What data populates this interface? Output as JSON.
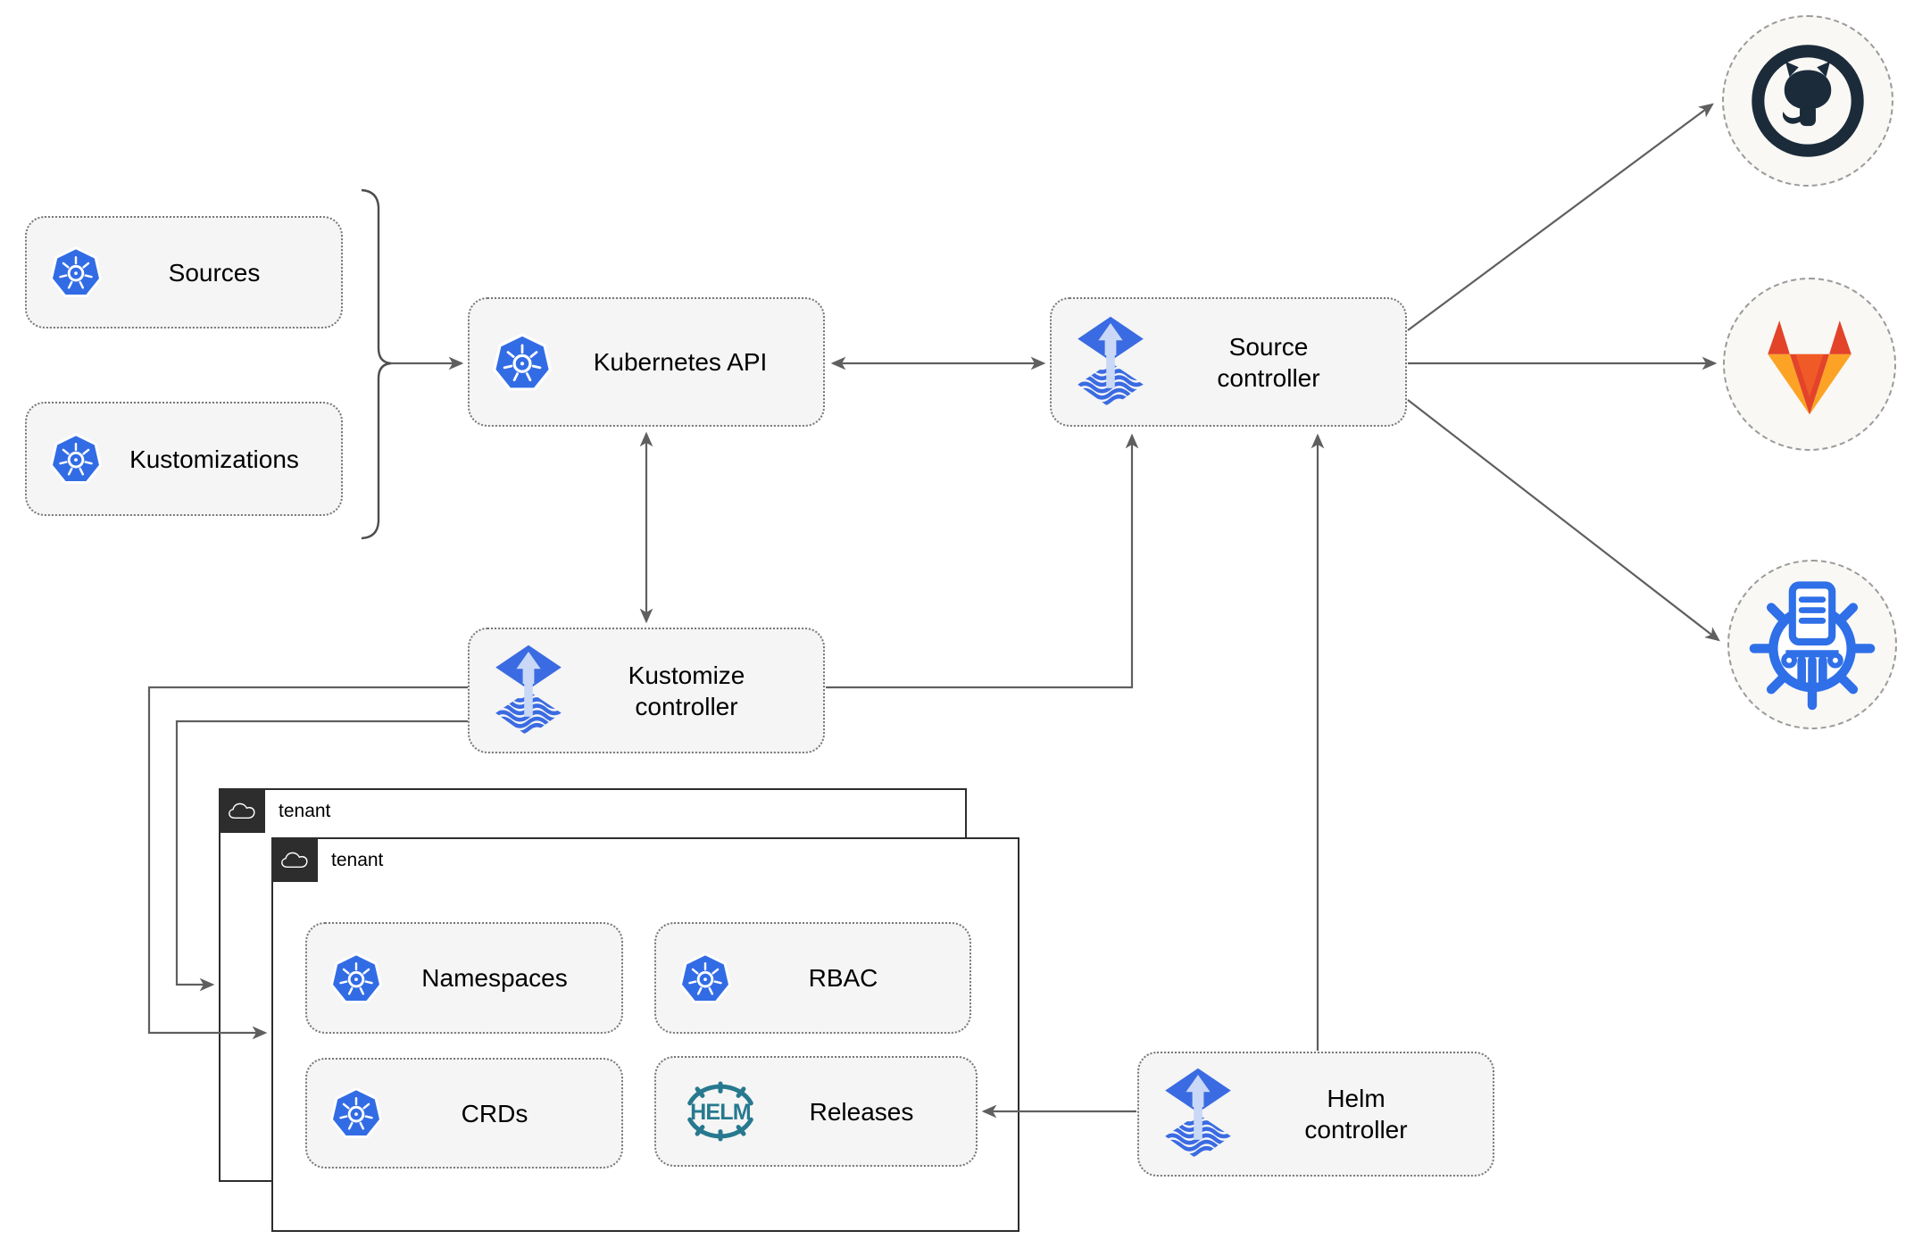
{
  "diagram": {
    "nodes": {
      "sources": {
        "label": "Sources"
      },
      "kustomizations": {
        "label": "Kustomizations"
      },
      "kubernetes_api": {
        "label": "Kubernetes API"
      },
      "source_controller": {
        "label": "Source\ncontroller"
      },
      "kustomize_controller": {
        "label": "Kustomize\ncontroller"
      },
      "helm_controller": {
        "label": "Helm\ncontroller"
      },
      "tenant_back": {
        "label": "tenant"
      },
      "tenant_front": {
        "label": "tenant"
      },
      "namespaces": {
        "label": "Namespaces"
      },
      "rbac": {
        "label": "RBAC"
      },
      "crds": {
        "label": "CRDs"
      },
      "releases": {
        "label": "Releases"
      }
    },
    "helm_logo_text": "HELM",
    "external_systems": [
      "github",
      "gitlab",
      "chart-repository"
    ],
    "colors": {
      "kubernetes_blue": "#326CE5",
      "flux_blue": "#3A6BE2",
      "flux_light": "#C9D8F7",
      "helm_teal": "#27798F",
      "github_dark": "#1B2B3A",
      "gitlab_red": "#E24329",
      "gitlab_orange": "#FC6D26",
      "gitlab_amber": "#FCA326",
      "chart_repo_blue": "#2F6FE8",
      "line_gray": "#5F5F5F",
      "tenant_dark": "#2D2D2D",
      "node_fill": "#F5F5F5"
    }
  }
}
